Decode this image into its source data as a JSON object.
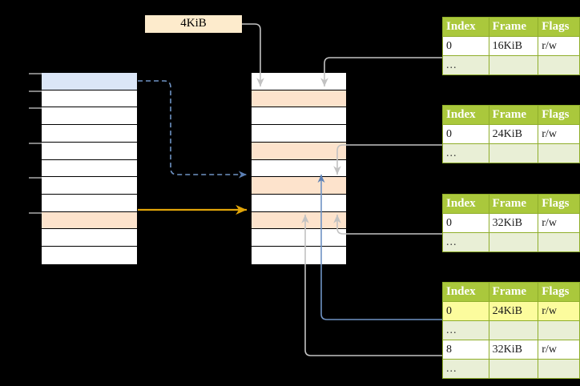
{
  "diagram": {
    "title": "paging-address-translation",
    "page_size_label": "4KiB",
    "colors": {
      "header_green": "#aac83c",
      "ellipsis_row": "#e9efd6",
      "highlight_yellow": "#fcfc9d",
      "peach_row": "#fde3cc",
      "blue_row": "#dbe6f7",
      "blue_wire": "#5b7fb4",
      "orange_wire": "#e0a409",
      "gray_wire": "#b3b3b3",
      "background": "#000000"
    }
  },
  "virtual_memory_column": {
    "name": "virtual-address-space",
    "row_count": 11,
    "rows": [
      {
        "index": 0,
        "fill": "blue",
        "label": ""
      },
      {
        "index": 1,
        "fill": "white",
        "label": ""
      },
      {
        "index": 2,
        "fill": "white",
        "label": ""
      },
      {
        "index": 3,
        "fill": "white",
        "label": ""
      },
      {
        "index": 4,
        "fill": "white",
        "label": ""
      },
      {
        "index": 5,
        "fill": "white",
        "label": ""
      },
      {
        "index": 6,
        "fill": "white",
        "label": ""
      },
      {
        "index": 7,
        "fill": "white",
        "label": ""
      },
      {
        "index": 8,
        "fill": "peach",
        "label": ""
      },
      {
        "index": 9,
        "fill": "white",
        "label": ""
      },
      {
        "index": 10,
        "fill": "white",
        "label": ""
      }
    ],
    "tick_rows": [
      0,
      1,
      2,
      4,
      6,
      8
    ]
  },
  "physical_memory_column": {
    "name": "physical-memory",
    "row_count": 11,
    "rows": [
      {
        "index": 0,
        "fill": "white",
        "label": ""
      },
      {
        "index": 1,
        "fill": "peach",
        "label": ""
      },
      {
        "index": 2,
        "fill": "white",
        "label": ""
      },
      {
        "index": 3,
        "fill": "white",
        "label": ""
      },
      {
        "index": 4,
        "fill": "peach",
        "label": ""
      },
      {
        "index": 5,
        "fill": "white",
        "label": ""
      },
      {
        "index": 6,
        "fill": "peach",
        "label": ""
      },
      {
        "index": 7,
        "fill": "white",
        "label": ""
      },
      {
        "index": 8,
        "fill": "peach",
        "label": ""
      },
      {
        "index": 9,
        "fill": "white",
        "label": ""
      },
      {
        "index": 10,
        "fill": "white",
        "label": ""
      }
    ]
  },
  "page_tables": [
    {
      "name": "page-table-1",
      "columns": [
        "Index",
        "Frame",
        "Flags"
      ],
      "rows": [
        {
          "cells": [
            "0",
            "16KiB",
            "r/w"
          ],
          "style": "normal"
        },
        {
          "cells": [
            "...",
            "",
            ""
          ],
          "style": "ellipsis"
        }
      ]
    },
    {
      "name": "page-table-2",
      "columns": [
        "Index",
        "Frame",
        "Flags"
      ],
      "rows": [
        {
          "cells": [
            "0",
            "24KiB",
            "r/w"
          ],
          "style": "normal"
        },
        {
          "cells": [
            "...",
            "",
            ""
          ],
          "style": "ellipsis"
        }
      ]
    },
    {
      "name": "page-table-3",
      "columns": [
        "Index",
        "Frame",
        "Flags"
      ],
      "rows": [
        {
          "cells": [
            "0",
            "32KiB",
            "r/w"
          ],
          "style": "normal"
        },
        {
          "cells": [
            "...",
            "",
            ""
          ],
          "style": "ellipsis"
        }
      ]
    },
    {
      "name": "page-table-4",
      "columns": [
        "Index",
        "Frame",
        "Flags"
      ],
      "rows": [
        {
          "cells": [
            "0",
            "24KiB",
            "r/w"
          ],
          "style": "highlight"
        },
        {
          "cells": [
            "...",
            "",
            ""
          ],
          "style": "ellipsis"
        },
        {
          "cells": [
            "8",
            "32KiB",
            "r/w"
          ],
          "style": "normal"
        },
        {
          "cells": [
            "...",
            "",
            ""
          ],
          "style": "ellipsis"
        }
      ]
    }
  ],
  "connections": [
    {
      "name": "blue-dashed-virtual-to-physical",
      "from": "virtual-row-0",
      "to": "physical-row-6",
      "style": "dashed",
      "color": "#5b7fb4"
    },
    {
      "name": "orange-virtual-to-physical",
      "from": "virtual-row-8",
      "to": "physical-row-8",
      "style": "solid",
      "color": "#e0a409"
    },
    {
      "name": "page-size-to-physical",
      "from": "4KiB-label",
      "to": "physical-row-1",
      "style": "solid",
      "color": "#b3b3b3"
    },
    {
      "name": "table1-to-physical",
      "from": "page-table-1-row-0",
      "to": "physical-row-0",
      "style": "solid",
      "color": "#b3b3b3"
    },
    {
      "name": "table2-to-physical",
      "from": "page-table-2-row-0",
      "to": "physical-row-6",
      "style": "solid",
      "color": "#b3b3b3"
    },
    {
      "name": "table3-to-physical",
      "from": "page-table-3-row-0",
      "to": "physical-row-8",
      "style": "solid",
      "color": "#b3b3b3"
    },
    {
      "name": "table4-row0-to-physical",
      "from": "page-table-4-row-0",
      "to": "physical-row-6",
      "style": "solid",
      "color": "#5b7fb4"
    },
    {
      "name": "table4-row8-to-physical",
      "from": "page-table-4-row-8",
      "to": "physical-row-8",
      "style": "solid",
      "color": "#b3b3b3"
    }
  ]
}
